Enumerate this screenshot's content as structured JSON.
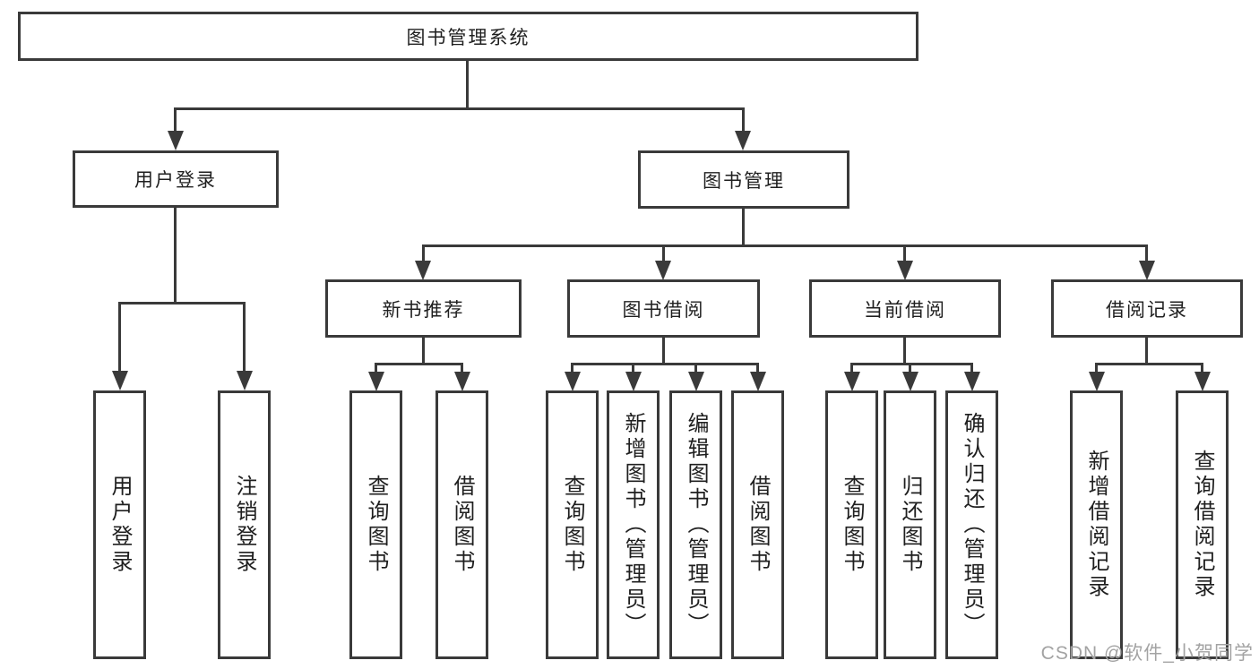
{
  "colors": {
    "line": "#3a3a3a",
    "box_background": "#ffffff",
    "text": "#1f1f1f",
    "watermark": "#a3a3a3"
  },
  "diagram": {
    "title": "图书管理系统",
    "branches": {
      "user_login": {
        "label": "用户登录",
        "children": [
          "用户登录",
          "注销登录"
        ]
      },
      "book_management": {
        "label": "图书管理",
        "children": {
          "new_book_recommend": {
            "label": "新书推荐",
            "children": [
              "查询图书",
              "借阅图书"
            ]
          },
          "book_borrow": {
            "label": "图书借阅",
            "children": [
              "查询图书",
              "新增图书（管理员）",
              "编辑图书（管理员）",
              "借阅图书"
            ]
          },
          "current_borrow": {
            "label": "当前借阅",
            "children": [
              "查询图书",
              "归还图书",
              "确认归还（管理员）"
            ]
          },
          "borrow_records": {
            "label": "借阅记录",
            "children": [
              "新增借阅记录",
              "查询借阅记录"
            ]
          }
        }
      }
    }
  },
  "watermark": {
    "text": "CSDN @软件_小贺同学"
  }
}
